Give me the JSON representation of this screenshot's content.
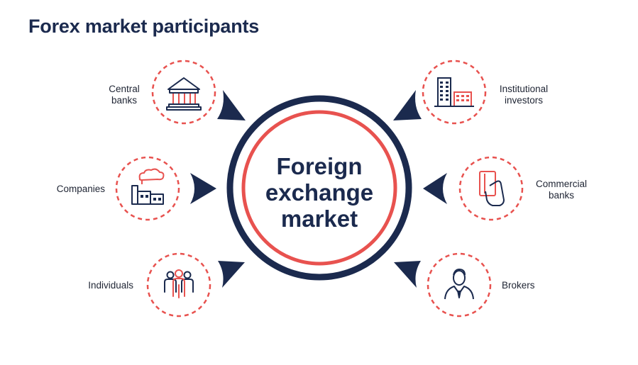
{
  "title": "Forex market participants",
  "center": {
    "lines": [
      "Foreign",
      "exchange",
      "market"
    ]
  },
  "participants": [
    {
      "id": "central-banks",
      "label_lines": [
        "Central",
        "banks"
      ],
      "icon": "bank-building-icon"
    },
    {
      "id": "companies",
      "label_lines": [
        "Companies"
      ],
      "icon": "factory-icon"
    },
    {
      "id": "individuals",
      "label_lines": [
        "Individuals"
      ],
      "icon": "people-icon"
    },
    {
      "id": "institutional-investors",
      "label_lines": [
        "Institutional",
        "investors"
      ],
      "icon": "office-buildings-icon"
    },
    {
      "id": "commercial-banks",
      "label_lines": [
        "Commercial",
        "banks"
      ],
      "icon": "card-in-hand-icon"
    },
    {
      "id": "brokers",
      "label_lines": [
        "Brokers"
      ],
      "icon": "businessman-icon"
    }
  ],
  "colors": {
    "navy": "#1b2a4e",
    "red": "#e8524f",
    "text": "#1e2433"
  }
}
